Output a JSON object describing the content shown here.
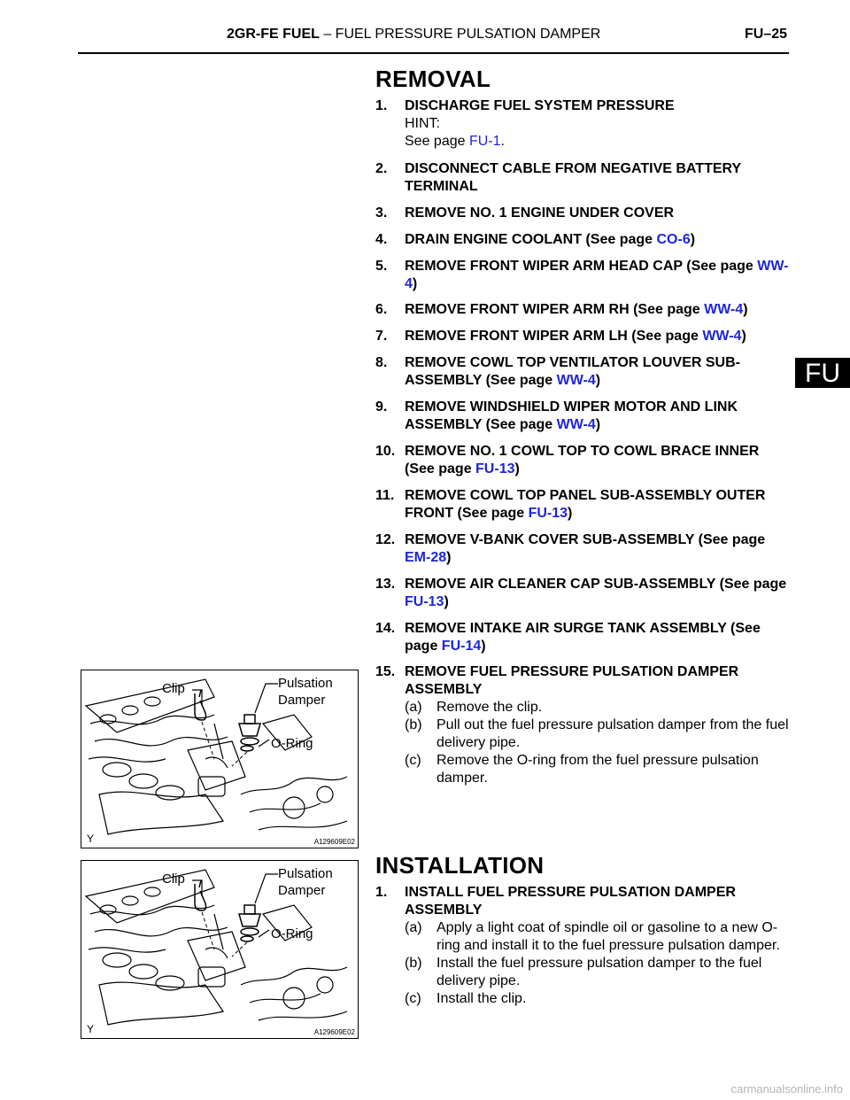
{
  "header": {
    "title_bold": "2GR-FE FUEL",
    "title_rest": " – FUEL PRESSURE PULSATION DAMPER",
    "page": "FU–25"
  },
  "side_tab": "FU",
  "removal": {
    "heading": "REMOVAL",
    "steps": [
      {
        "num": "1.",
        "title": "DISCHARGE FUEL SYSTEM PRESSURE",
        "hint": "HINT:",
        "see_prefix": "See page ",
        "link": "FU-1",
        "see_suffix": "."
      },
      {
        "num": "2.",
        "title": "DISCONNECT CABLE FROM NEGATIVE BATTERY TERMINAL"
      },
      {
        "num": "3.",
        "title": "REMOVE NO. 1 ENGINE UNDER COVER"
      },
      {
        "num": "4.",
        "title": "DRAIN ENGINE COOLANT (See page ",
        "link": "CO-6",
        "suffix": ")"
      },
      {
        "num": "5.",
        "title": "REMOVE FRONT WIPER ARM HEAD CAP (See page ",
        "link": "WW-4",
        "suffix": ")"
      },
      {
        "num": "6.",
        "title": "REMOVE FRONT WIPER ARM RH (See page ",
        "link": "WW-4",
        "suffix": ")"
      },
      {
        "num": "7.",
        "title": "REMOVE FRONT WIPER ARM LH (See page ",
        "link": "WW-4",
        "suffix": ")"
      },
      {
        "num": "8.",
        "title": "REMOVE COWL TOP VENTILATOR LOUVER SUB-ASSEMBLY (See page ",
        "link": "WW-4",
        "suffix": ")"
      },
      {
        "num": "9.",
        "title": "REMOVE WINDSHIELD WIPER MOTOR AND LINK ASSEMBLY (See page ",
        "link": "WW-4",
        "suffix": ")"
      },
      {
        "num": "10.",
        "title": "REMOVE NO. 1 COWL TOP TO COWL BRACE INNER (See page ",
        "link": "FU-13",
        "suffix": ")"
      },
      {
        "num": "11.",
        "title": "REMOVE COWL TOP PANEL SUB-ASSEMBLY OUTER FRONT (See page ",
        "link": "FU-13",
        "suffix": ")"
      },
      {
        "num": "12.",
        "title": "REMOVE V-BANK COVER SUB-ASSEMBLY (See page ",
        "link": "EM-28",
        "suffix": ")"
      },
      {
        "num": "13.",
        "title": "REMOVE AIR CLEANER CAP SUB-ASSEMBLY (See page ",
        "link": "FU-13",
        "suffix": ")"
      },
      {
        "num": "14.",
        "title": "REMOVE INTAKE AIR SURGE TANK ASSEMBLY (See page ",
        "link": "FU-14",
        "suffix": ")"
      },
      {
        "num": "15.",
        "title": "REMOVE FUEL PRESSURE PULSATION DAMPER ASSEMBLY",
        "subs": [
          {
            "label": "(a)",
            "text": "Remove the clip."
          },
          {
            "label": "(b)",
            "text": "Pull out the fuel pressure pulsation damper from the fuel delivery pipe."
          },
          {
            "label": "(c)",
            "text": "Remove the O-ring from the fuel pressure pulsation damper."
          }
        ]
      }
    ]
  },
  "installation": {
    "heading": "INSTALLATION",
    "steps": [
      {
        "num": "1.",
        "title": "INSTALL FUEL PRESSURE PULSATION DAMPER ASSEMBLY",
        "subs": [
          {
            "label": "(a)",
            "text": "Apply a light coat of spindle oil or gasoline to a new O-ring and install it to the fuel pressure pulsation damper."
          },
          {
            "label": "(b)",
            "text": "Install the fuel pressure pulsation damper to the fuel delivery pipe."
          },
          {
            "label": "(c)",
            "text": "Install the clip."
          }
        ]
      }
    ]
  },
  "figures": [
    {
      "clip": "Clip",
      "damper_1": "Pulsation",
      "damper_2": "Damper",
      "oring": "O-Ring",
      "code": "A129609E02",
      "corner": "Y"
    },
    {
      "clip": "Clip",
      "damper_1": "Pulsation",
      "damper_2": "Damper",
      "oring": "O-Ring",
      "code": "A129609E02",
      "corner": "Y"
    }
  ],
  "footer": "carmanualsonline.info"
}
